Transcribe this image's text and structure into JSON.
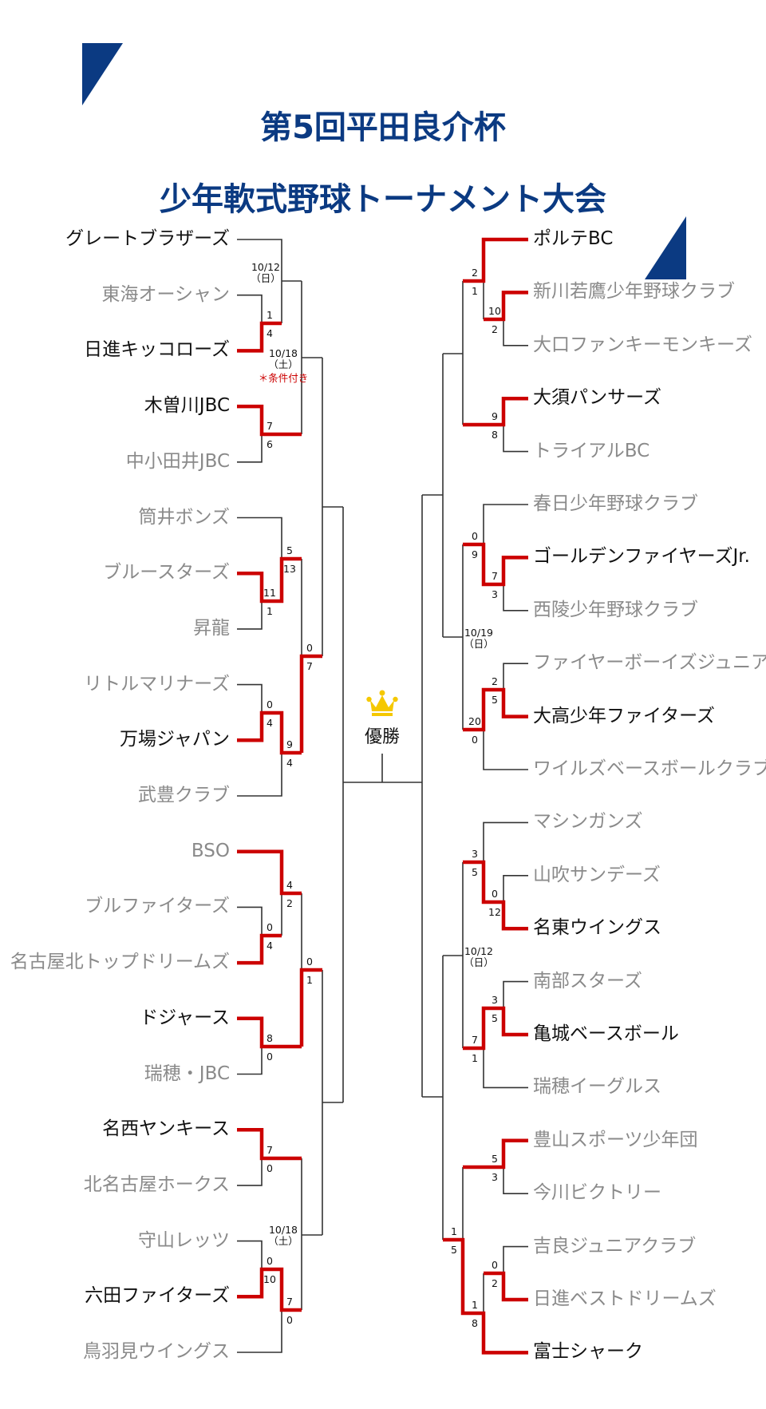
{
  "title": {
    "line1": "第5回平田良介杯",
    "line2": "少年軟式野球トーナメント大会"
  },
  "champion_label": "優勝",
  "colors": {
    "title": "#0b3a82",
    "winner_line": "#cc0000",
    "crown": "#f5c800",
    "eliminated": "#8a8a8a"
  },
  "left_teams": [
    {
      "name": "グレートブラザーズ",
      "alive": true
    },
    {
      "name": "東海オーシャン",
      "alive": false
    },
    {
      "name": "日進キッコローズ",
      "alive": true
    },
    {
      "name": "木曽川JBC",
      "alive": true
    },
    {
      "name": "中小田井JBC",
      "alive": false
    },
    {
      "name": "筒井ボンズ",
      "alive": false
    },
    {
      "name": "ブルースターズ",
      "alive": false
    },
    {
      "name": "昇龍",
      "alive": false
    },
    {
      "name": "リトルマリナーズ",
      "alive": false
    },
    {
      "name": "万場ジャパン",
      "alive": true
    },
    {
      "name": "武豊クラブ",
      "alive": false
    },
    {
      "name": "BSO",
      "alive": false
    },
    {
      "name": "ブルファイターズ",
      "alive": false
    },
    {
      "name": "名古屋北トップドリームズ",
      "alive": false
    },
    {
      "name": "ドジャース",
      "alive": true
    },
    {
      "name": "瑞穂・JBC",
      "alive": false
    },
    {
      "name": "名西ヤンキース",
      "alive": true
    },
    {
      "name": "北名古屋ホークス",
      "alive": false
    },
    {
      "name": "守山レッツ",
      "alive": false
    },
    {
      "name": "六田ファイターズ",
      "alive": true
    },
    {
      "name": "鳥羽見ウイングス",
      "alive": false
    }
  ],
  "right_teams": [
    {
      "name": "ポルテBC",
      "alive": true
    },
    {
      "name": "新川若鷹少年野球クラブ",
      "alive": false
    },
    {
      "name": "大口ファンキーモンキーズ",
      "alive": false
    },
    {
      "name": "大須パンサーズ",
      "alive": true
    },
    {
      "name": "トライアルBC",
      "alive": false
    },
    {
      "name": "春日少年野球クラブ",
      "alive": false
    },
    {
      "name": "ゴールデンファイヤーズJr.",
      "alive": true
    },
    {
      "name": "西陵少年野球クラブ",
      "alive": false
    },
    {
      "name": "ファイヤーボーイズジュニア",
      "alive": false
    },
    {
      "name": "大高少年ファイターズ",
      "alive": true
    },
    {
      "name": "ワイルズベースボールクラブ",
      "alive": false
    },
    {
      "name": "マシンガンズ",
      "alive": false
    },
    {
      "name": "山吹サンデーズ",
      "alive": false
    },
    {
      "name": "名東ウイングス",
      "alive": true
    },
    {
      "name": "南部スターズ",
      "alive": false
    },
    {
      "name": "亀城ベースボール",
      "alive": true
    },
    {
      "name": "瑞穂イーグルス",
      "alive": false
    },
    {
      "name": "豊山スポーツ少年団",
      "alive": false
    },
    {
      "name": "今川ビクトリー",
      "alive": false
    },
    {
      "name": "吉良ジュニアクラブ",
      "alive": false
    },
    {
      "name": "日進ベストドリームズ",
      "alive": false
    },
    {
      "name": "富士シャーク",
      "alive": true
    }
  ],
  "left_scores": [
    {
      "top": "1",
      "bottom": "4"
    },
    {
      "top": "7",
      "bottom": "6"
    },
    {
      "top": "11",
      "bottom": "1"
    },
    {
      "top": "5",
      "bottom": "13"
    },
    {
      "top": "0",
      "bottom": "4"
    },
    {
      "top": "9",
      "bottom": "4"
    },
    {
      "top": "0",
      "bottom": "7"
    },
    {
      "top": "0",
      "bottom": "4"
    },
    {
      "top": "4",
      "bottom": "2"
    },
    {
      "top": "8",
      "bottom": "0"
    },
    {
      "top": "0",
      "bottom": "1"
    },
    {
      "top": "7",
      "bottom": "0"
    },
    {
      "top": "0",
      "bottom": "10"
    },
    {
      "top": "7",
      "bottom": "0"
    }
  ],
  "right_scores": [
    {
      "top": "10",
      "bottom": "2"
    },
    {
      "top": "2",
      "bottom": "1"
    },
    {
      "top": "9",
      "bottom": "8"
    },
    {
      "top": "7",
      "bottom": "3"
    },
    {
      "top": "0",
      "bottom": "9"
    },
    {
      "top": "2",
      "bottom": "5"
    },
    {
      "top": "20",
      "bottom": "0"
    },
    {
      "top": "0",
      "bottom": "12"
    },
    {
      "top": "3",
      "bottom": "5"
    },
    {
      "top": "3",
      "bottom": "5"
    },
    {
      "top": "7",
      "bottom": "1"
    },
    {
      "top": "5",
      "bottom": "3"
    },
    {
      "top": "0",
      "bottom": "2"
    },
    {
      "top": "1",
      "bottom": "8"
    },
    {
      "top": "1",
      "bottom": "5"
    }
  ],
  "dates": [
    {
      "date": "10/12",
      "day": "（日）"
    },
    {
      "date": "10/18",
      "day": "（土）",
      "note": "＊条件付き"
    },
    {
      "date": "10/18",
      "day": "（土）"
    },
    {
      "date": "10/19",
      "day": "（日）"
    },
    {
      "date": "10/12",
      "day": "（日）"
    }
  ]
}
